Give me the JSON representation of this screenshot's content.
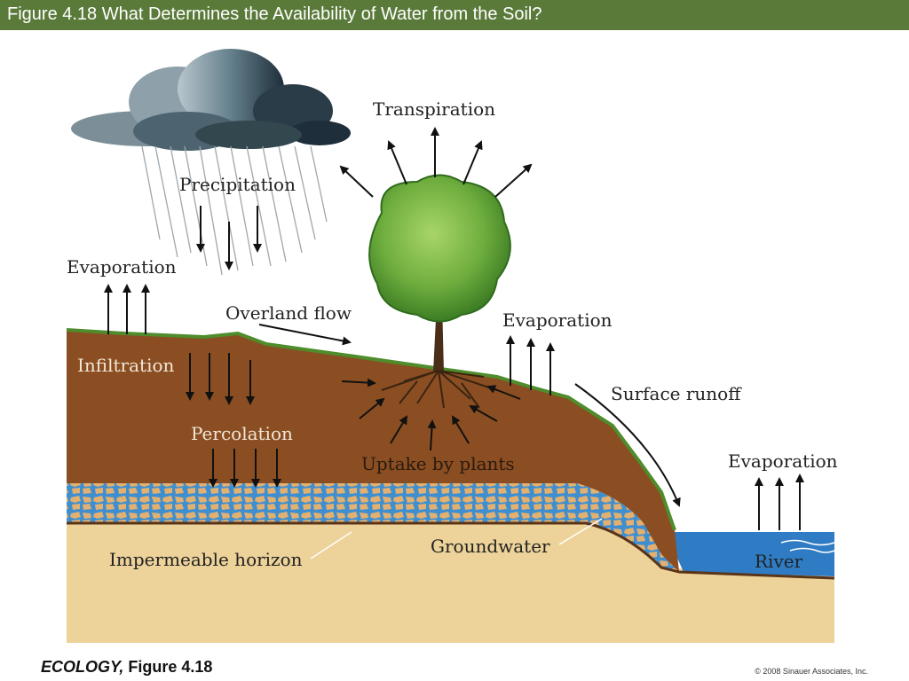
{
  "header": {
    "title": "Figure 4.18  What Determines the Availability of Water from the Soil?"
  },
  "labels": {
    "transpiration": "Transpiration",
    "precipitation": "Precipitation",
    "evaporation_left": "Evaporation",
    "overland_flow": "Overland flow",
    "evaporation_middle": "Evaporation",
    "infiltration": "Infiltration",
    "surface_runoff": "Surface runoff",
    "percolation": "Percolation",
    "uptake": "Uptake by plants",
    "evaporation_right": "Evaporation",
    "groundwater": "Groundwater",
    "impermeable": "Impermeable horizon",
    "river": "River"
  },
  "footer": {
    "book": "ECOLOGY,",
    "figure": "Figure 4.18",
    "copyright": "© 2008 Sinauer Associates, Inc."
  },
  "colors": {
    "title_bar": "#5a7a3a",
    "soil": "#8b4e22",
    "grass": "#4e8c2c",
    "groundwater": "#3f8fd0",
    "rock": "#e2b070",
    "subsoil": "#edd29a",
    "river": "#2f7cc4",
    "cloud": "#4d6470"
  }
}
